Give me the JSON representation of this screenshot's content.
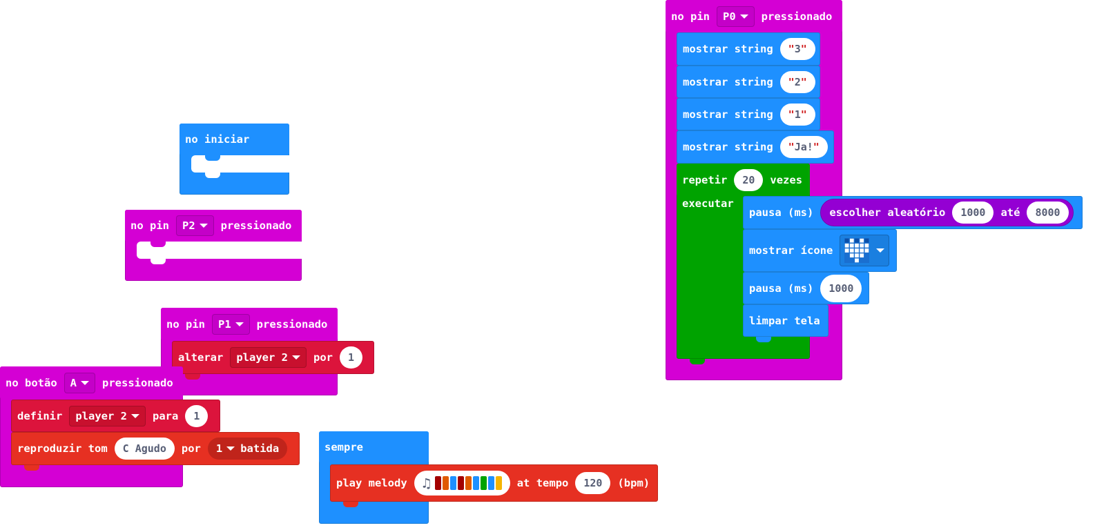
{
  "colors": {
    "events": "#d400d4",
    "basic": "#1e90ff",
    "loops": "#00a300",
    "variables": "#dc143c",
    "music": "#e63022",
    "math": "#9400d3"
  },
  "on_start": {
    "label": "no iniciar"
  },
  "pin_p2": {
    "prefix": "no pin",
    "pin": "P2",
    "suffix": "pressionado"
  },
  "pin_p1": {
    "prefix": "no pin",
    "pin": "P1",
    "suffix": "pressionado",
    "change": {
      "label": "alterar",
      "variable": "player 2",
      "by": "por",
      "value": "1"
    }
  },
  "button_a": {
    "prefix": "no botão",
    "button": "A",
    "suffix": "pressionado",
    "set": {
      "label": "definir",
      "variable": "player 2",
      "to": "para",
      "value": "1"
    },
    "tone": {
      "label": "reproduzir tom",
      "note": "C Agudo",
      "for": "por",
      "beat_value": "1",
      "beat_label": "batida"
    }
  },
  "forever": {
    "label": "sempre",
    "melody": {
      "label": "play melody",
      "icon": "music-note-icon",
      "notes": [
        "#a30000",
        "#e05a00",
        "#1e90ff",
        "#a30000",
        "#e05a00",
        "#1e90ff",
        "#00a300",
        "#1e90ff",
        "#f5b400"
      ],
      "tempo_label": "at tempo",
      "tempo": "120",
      "unit": "(bpm)"
    }
  },
  "pin_p0": {
    "prefix": "no pin",
    "pin": "P0",
    "suffix": "pressionado",
    "show_strings": [
      {
        "label": "mostrar string",
        "value": "3"
      },
      {
        "label": "mostrar string",
        "value": "2"
      },
      {
        "label": "mostrar string",
        "value": "1"
      },
      {
        "label": "mostrar string",
        "value": "Ja!"
      }
    ],
    "repeat": {
      "label": "repetir",
      "times": "20",
      "times_label": "vezes",
      "do_label": "executar",
      "pause1": {
        "label": "pausa (ms)",
        "random_label": "escolher aleatório",
        "min": "1000",
        "to": "até",
        "max": "8000"
      },
      "show_icon": {
        "label": "mostrar ícone",
        "icon": "pixel-heart-icon"
      },
      "pause2": {
        "label": "pausa (ms)",
        "value": "1000"
      },
      "clear": {
        "label": "limpar tela"
      }
    }
  }
}
